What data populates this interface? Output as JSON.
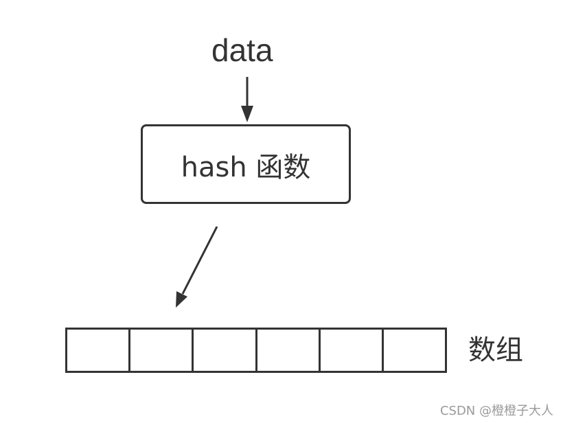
{
  "diagram": {
    "input_label": "data",
    "function_label": "hash 函数",
    "array_label": "数组",
    "array_cells": [
      "",
      "",
      "",
      "",
      "",
      ""
    ]
  },
  "watermark": "CSDN @橙橙子大人",
  "colors": {
    "stroke": "#333333",
    "text": "#333333",
    "watermark": "#9a9a9a",
    "background": "#ffffff"
  }
}
